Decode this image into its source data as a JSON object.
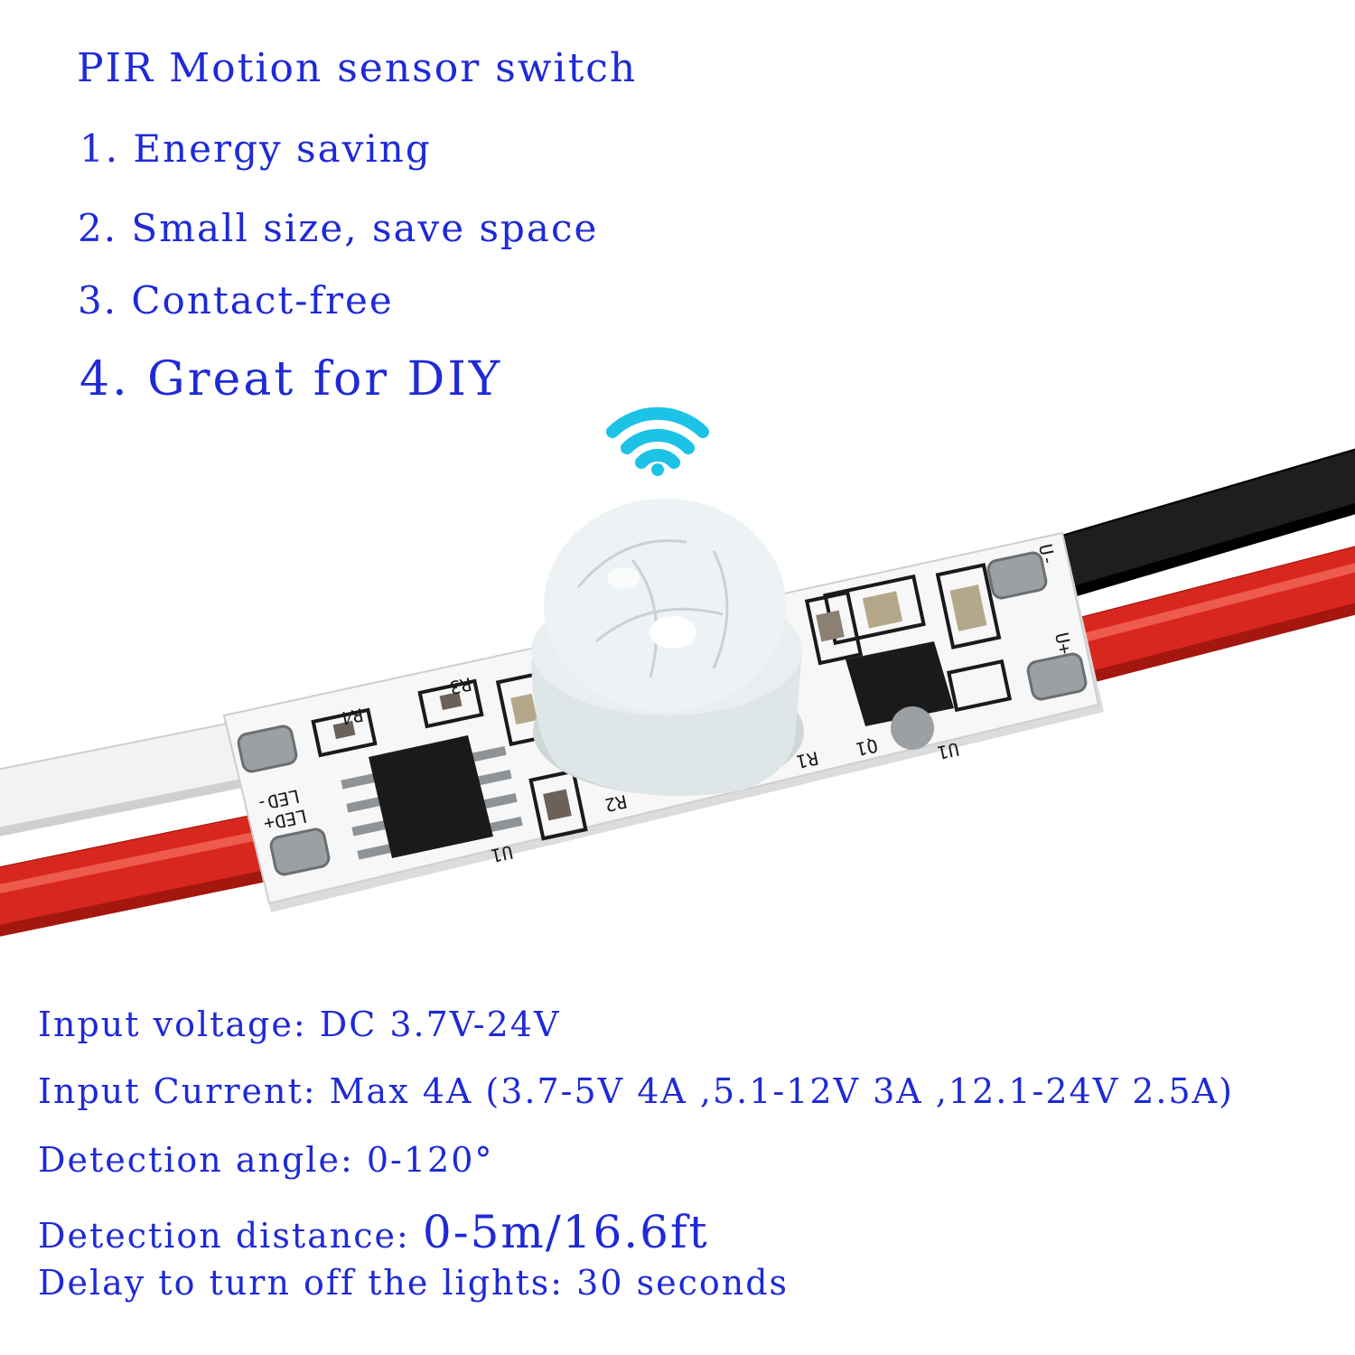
{
  "title": "PIR Motion sensor switch",
  "features": [
    "1. Energy saving",
    "2. Small size, save space",
    "3. Contact-free",
    "4. Great for DIY"
  ],
  "specs": {
    "input_voltage": "Input voltage: DC 3.7V-24V",
    "input_current": "Input Current: Max 4A (3.7-5V 4A ,5.1-12V 3A ,12.1-24V 2.5A)",
    "detection_angle": "Detection angle: 0-120°",
    "detection_distance_label": "Detection distance: ",
    "detection_distance_value": "0-5m/16.6ft",
    "delay": "Delay to turn off the lights: 30 seconds"
  },
  "board_labels": {
    "u_minus": "U-",
    "u_plus": "U+",
    "led_minus": "LED-",
    "led_plus": "LED+",
    "r1": "R1",
    "r2": "R2",
    "r3": "R3",
    "r4": "R4",
    "u1": "U1",
    "q1": "Q1"
  },
  "icons": {
    "signal": "wifi-signal-icon"
  },
  "colors": {
    "text": "#1f2ad6",
    "signal": "#1cc3e6",
    "wire_red": "#d8271e",
    "wire_black": "#141414",
    "wire_white": "#f2f2f2",
    "board": "#f7f7f7",
    "chip": "#1a1a1a",
    "lens": "#e6ecee"
  }
}
